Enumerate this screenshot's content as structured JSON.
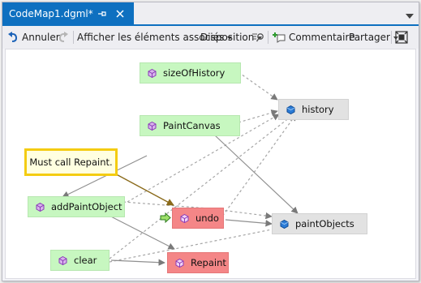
{
  "tab": {
    "title": "CodeMap1.dgml*",
    "pin_glyph": "⊣",
    "close_glyph": "✕"
  },
  "toolbar": {
    "undo_label": "Annuler",
    "show_related_label": "Afficher les éléments associés",
    "layout_label": "Disposition",
    "comment_label": "Commentaire",
    "share_label": "Partager"
  },
  "graph": {
    "nodes": {
      "sizeOfHistory": "sizeOfHistory",
      "history": "history",
      "PaintCanvas": "PaintCanvas",
      "addPaintObject": "addPaintObject",
      "undo": "undo",
      "paintObjects": "paintObjects",
      "clear": "clear",
      "Repaint": "Repaint"
    },
    "comment": "Must call Repaint."
  },
  "colors": {
    "tab_blue": "#0e70c0",
    "method_node": "#c7f7c0",
    "field_node": "#e2e2e2",
    "highlighted_node": "#f48687",
    "comment_border": "#f4cc12",
    "comment_fill": "#ffffe0"
  }
}
